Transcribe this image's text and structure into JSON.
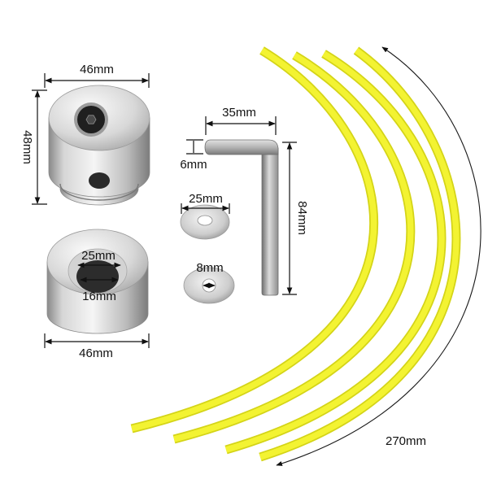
{
  "dimensions": {
    "head_width": "46mm",
    "head_height": "48mm",
    "cup_outer_hole": "25mm",
    "cup_inner_hole": "16mm",
    "cup_width": "46mm",
    "key_short_arm": "35mm",
    "key_thickness": "6mm",
    "key_long_arm": "84mm",
    "washer_large": "25mm",
    "washer_small": "8mm",
    "line_length": "270mm"
  },
  "colors": {
    "background": "#ffffff",
    "dimension_ink": "#111111",
    "trimmer_line": "#f3f332",
    "trimmer_line_edge": "#d4d418",
    "metal": "#c8c8c8"
  }
}
